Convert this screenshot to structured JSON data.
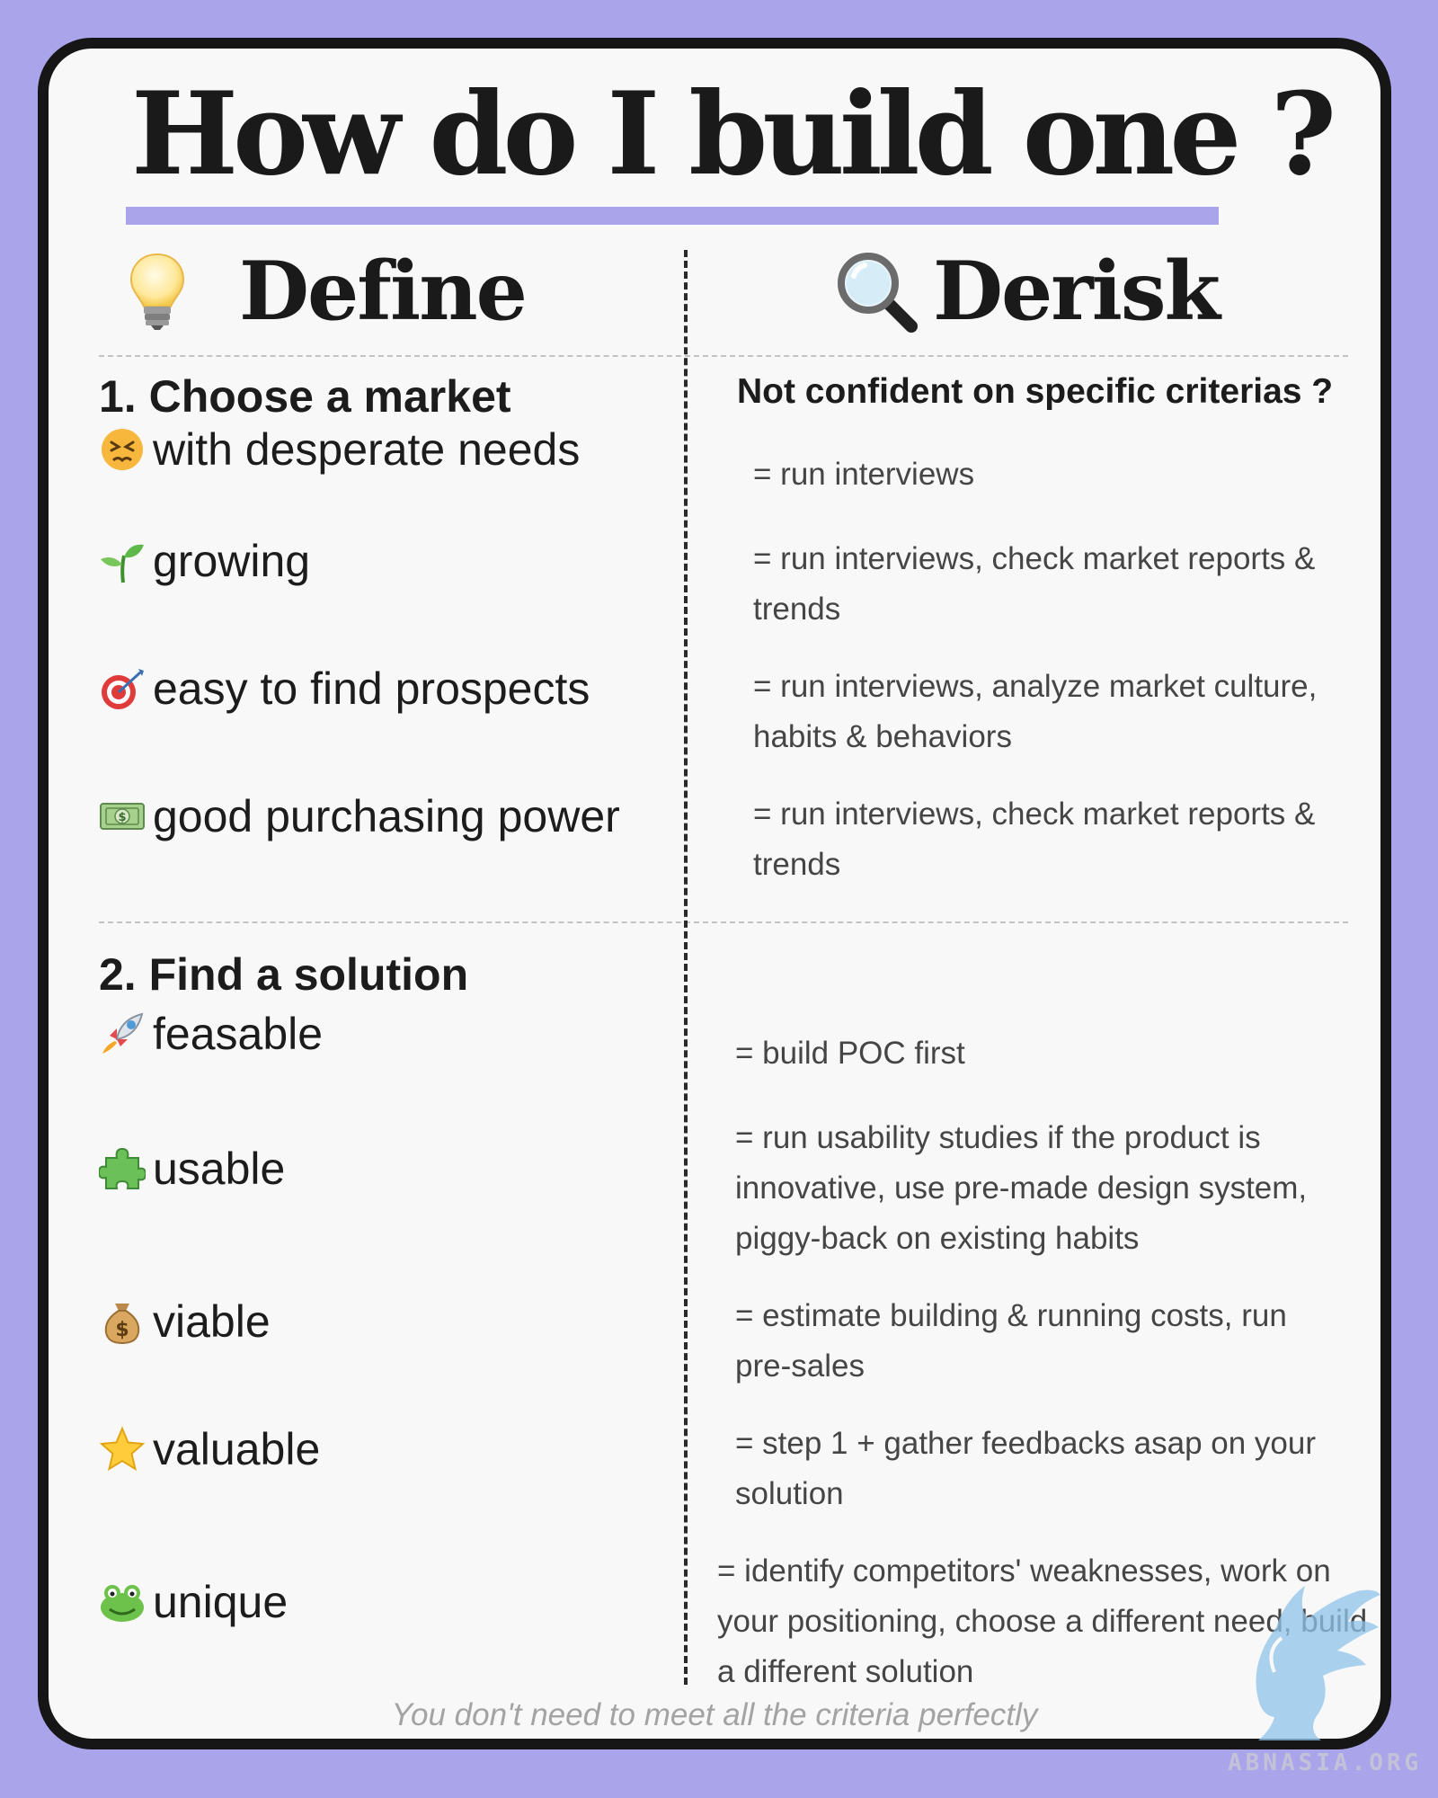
{
  "title": "How do I build one ?",
  "define": {
    "icon": "light-bulb-icon",
    "label": "Define",
    "section1": {
      "heading": "1. Choose a market",
      "criteria": [
        {
          "icon": "persevering-face-icon",
          "label": "with desperate needs"
        },
        {
          "icon": "seedling-icon",
          "label": "growing"
        },
        {
          "icon": "direct-hit-target-icon",
          "label": "easy to find prospects"
        },
        {
          "icon": "dollar-banknote-icon",
          "label": "good purchasing power"
        }
      ]
    },
    "section2": {
      "heading": "2.  Find a solution",
      "criteria": [
        {
          "icon": "rocket-icon",
          "label": "feasable"
        },
        {
          "icon": "puzzle-piece-icon",
          "label": "usable"
        },
        {
          "icon": "money-bag-icon",
          "label": "viable"
        },
        {
          "icon": "star-icon",
          "label": "valuable"
        },
        {
          "icon": "frog-icon",
          "label": "unique"
        }
      ]
    }
  },
  "derisk": {
    "icon": "magnifying-glass-icon",
    "label": "Derisk",
    "section1": {
      "heading": "Not confident on specific criterias ?",
      "items": [
        "= run interviews",
        "= run interviews, check market reports & trends",
        "= run interviews, analyze market culture, habits & behaviors",
        "= run interviews, check market reports & trends"
      ]
    },
    "section2": {
      "items": [
        "= build POC first",
        "= run usability studies if the product is innovative, use pre-made design system, piggy-back on existing habits",
        "= estimate building & running costs, run pre-sales",
        "= step 1 + gather feedbacks asap on your solution",
        "=  identify competitors' weaknesses, work on your positioning, choose a different need, build a different solution"
      ]
    }
  },
  "footer": "You don't need to meet all the criteria perfectly",
  "watermark": {
    "text": "ABNASIA.ORG",
    "icon": "griffin-logo-icon"
  },
  "colors": {
    "background": "#aaa4ea",
    "card": "#f8f8f8",
    "border": "#161616",
    "accent_bar": "#aaa4ea",
    "watermark": "#8fc3ea"
  }
}
